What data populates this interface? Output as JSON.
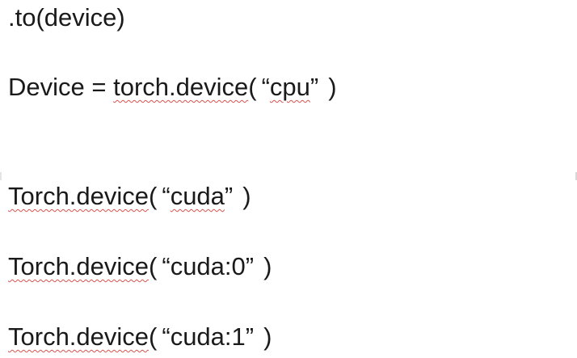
{
  "lines": [
    {
      "text": ".to(device)"
    },
    {
      "prefix": "Device = ",
      "call": "torch.device",
      "open": "(",
      "quote_open": "“",
      "arg": "cpu",
      "quote_close": "”",
      "close": ")"
    },
    {
      "call": "Torch.device",
      "open": "(",
      "quote_open": "“",
      "arg": "cuda",
      "quote_close": "”",
      "close": ")"
    },
    {
      "call": "Torch.device",
      "open": "(",
      "quote_open": "“",
      "arg": "cuda:0",
      "quote_close": "”",
      "close": ")"
    },
    {
      "call": "Torch.device",
      "open": "(",
      "quote_open": "“",
      "arg": "cuda:1",
      "quote_close": "”",
      "close": ")"
    }
  ]
}
